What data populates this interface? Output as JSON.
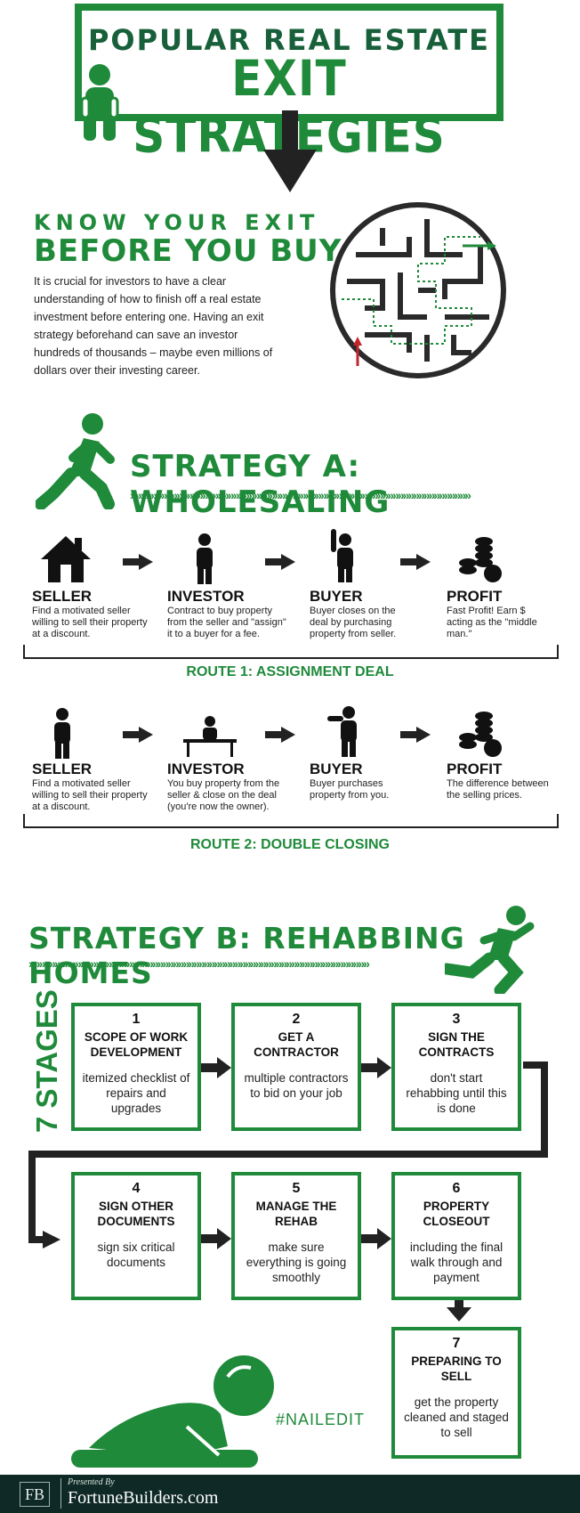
{
  "title": {
    "line1": "POPULAR REAL ESTATE",
    "line2": "EXIT STRATEGIES"
  },
  "know": {
    "line1": "KNOW YOUR EXIT",
    "line2": "BEFORE YOU BUY",
    "body": "It is crucial for investors to have a clear understanding of how to finish off a real estate investment before entering one. Having an exit strategy beforehand can save an investor hundreds of thousands – maybe even millions of dollars over their investing career."
  },
  "strategy_a": {
    "title": "STRATEGY A: WHOLESALING",
    "route1": {
      "label": "ROUTE 1: ASSIGNMENT DEAL",
      "steps": [
        {
          "head": "SELLER",
          "desc": "Find a motivated seller willing to sell their property at a discount."
        },
        {
          "head": "INVESTOR",
          "desc": "Contract to buy property from the seller and \"assign\" it to a buyer for a fee."
        },
        {
          "head": "BUYER",
          "desc": "Buyer closes on the deal by purchasing property from seller."
        },
        {
          "head": "PROFIT",
          "desc": "Fast Profit! Earn $ acting as the \"middle man.\""
        }
      ]
    },
    "route2": {
      "label": "ROUTE 2: DOUBLE CLOSING",
      "steps": [
        {
          "head": "SELLER",
          "desc": "Find a motivated seller willing to sell their property at a discount."
        },
        {
          "head": "INVESTOR",
          "desc": "You buy property from the seller & close on the deal (you're now the owner)."
        },
        {
          "head": "BUYER",
          "desc": "Buyer purchases property from you."
        },
        {
          "head": "PROFIT",
          "desc": "The difference between the selling prices."
        }
      ]
    }
  },
  "strategy_b": {
    "title": "STRATEGY B: REHABBING HOMES",
    "stages_label": "7 STAGES",
    "stages": [
      {
        "num": "1",
        "title": "SCOPE OF WORK DEVELOPMENT",
        "desc": "itemized checklist of repairs and upgrades"
      },
      {
        "num": "2",
        "title": "GET A CONTRACTOR",
        "desc": "multiple contractors to bid on your job"
      },
      {
        "num": "3",
        "title": "SIGN THE CONTRACTS",
        "desc": "don't start rehabbing until this is done"
      },
      {
        "num": "4",
        "title": "SIGN OTHER DOCUMENTS",
        "desc": "sign six critical documents"
      },
      {
        "num": "5",
        "title": "MANAGE THE REHAB",
        "desc": "make sure everything is going smoothly"
      },
      {
        "num": "6",
        "title": "PROPERTY CLOSEOUT",
        "desc": "including the final walk through and payment"
      },
      {
        "num": "7",
        "title": "PREPARING TO SELL",
        "desc": "get the property cleaned and staged to sell"
      }
    ],
    "hashtag": "#NAILEDIT"
  },
  "footer": {
    "logo": "FB",
    "presented": "Presented By",
    "brand": "FortuneBuilders.com"
  },
  "colors": {
    "green": "#1f8a3a",
    "dark_green": "#17603a",
    "footer_bg": "#0f2a26"
  }
}
